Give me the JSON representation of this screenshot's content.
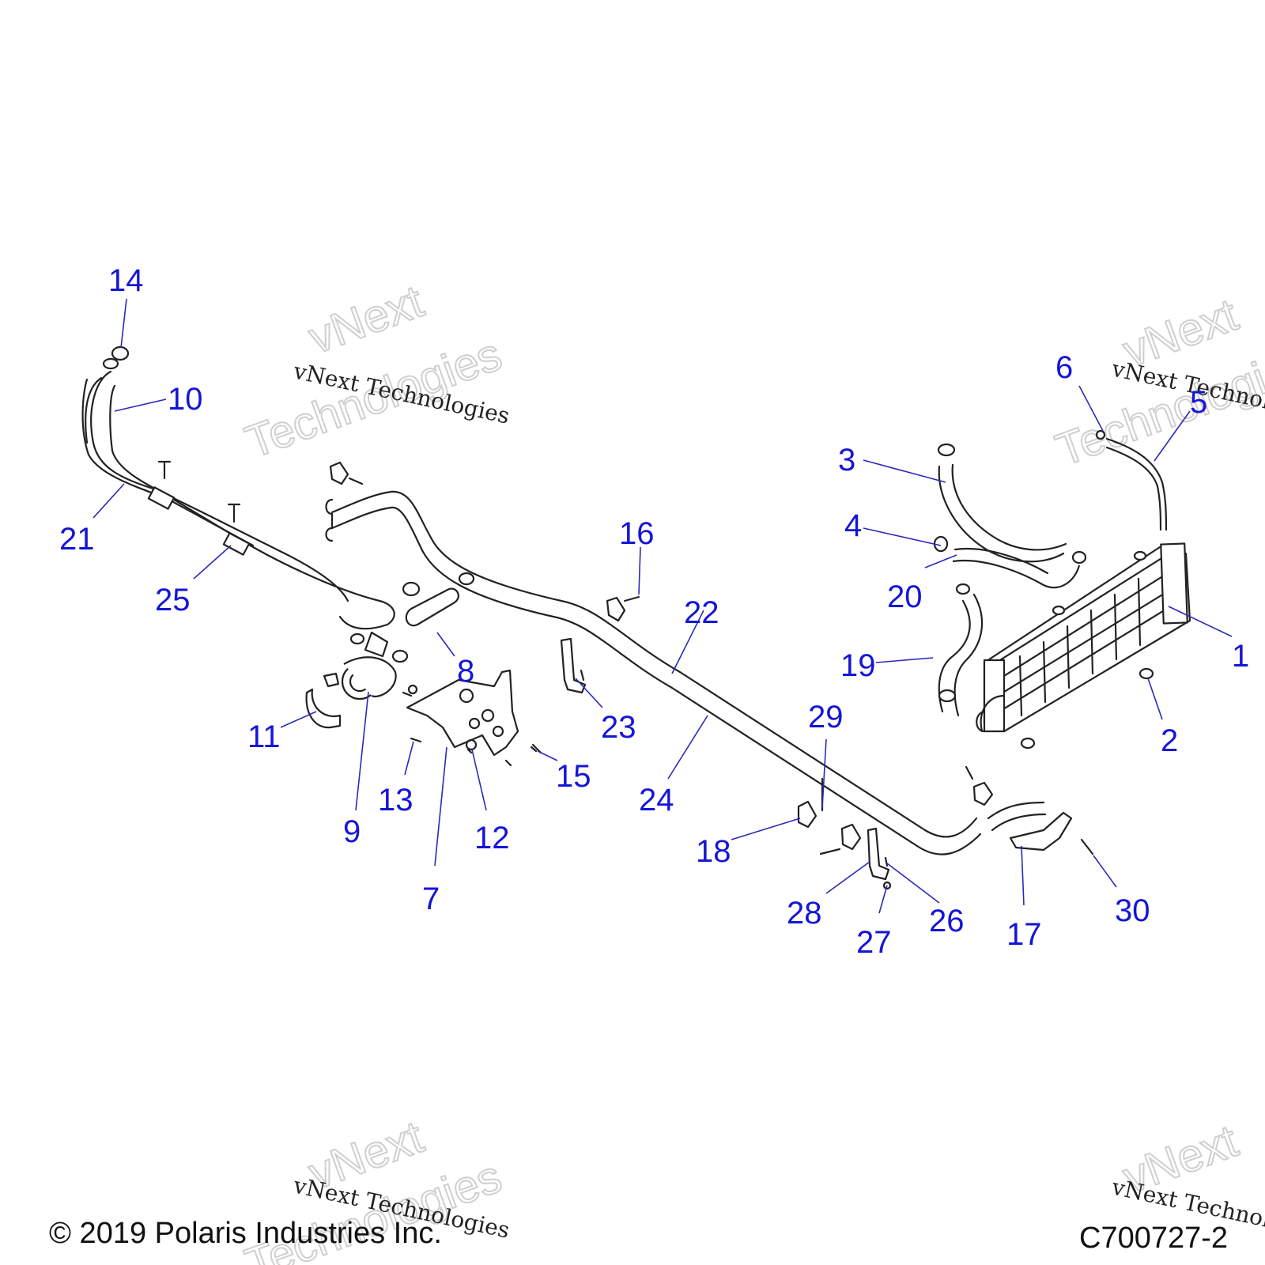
{
  "callouts": [
    "1",
    "2",
    "3",
    "4",
    "5",
    "6",
    "7",
    "8",
    "9",
    "10",
    "11",
    "12",
    "13",
    "14",
    "15",
    "16",
    "17",
    "18",
    "19",
    "20",
    "21",
    "22",
    "23",
    "24",
    "25",
    "26",
    "27",
    "28",
    "29",
    "30"
  ],
  "watermark": {
    "small": "vNext Technologies",
    "big_line1": "vNext",
    "big_line2": "Technologies"
  },
  "footer": {
    "copyright": "© 2019 Polaris Industries Inc.",
    "diagram_id": "C700727-2"
  }
}
